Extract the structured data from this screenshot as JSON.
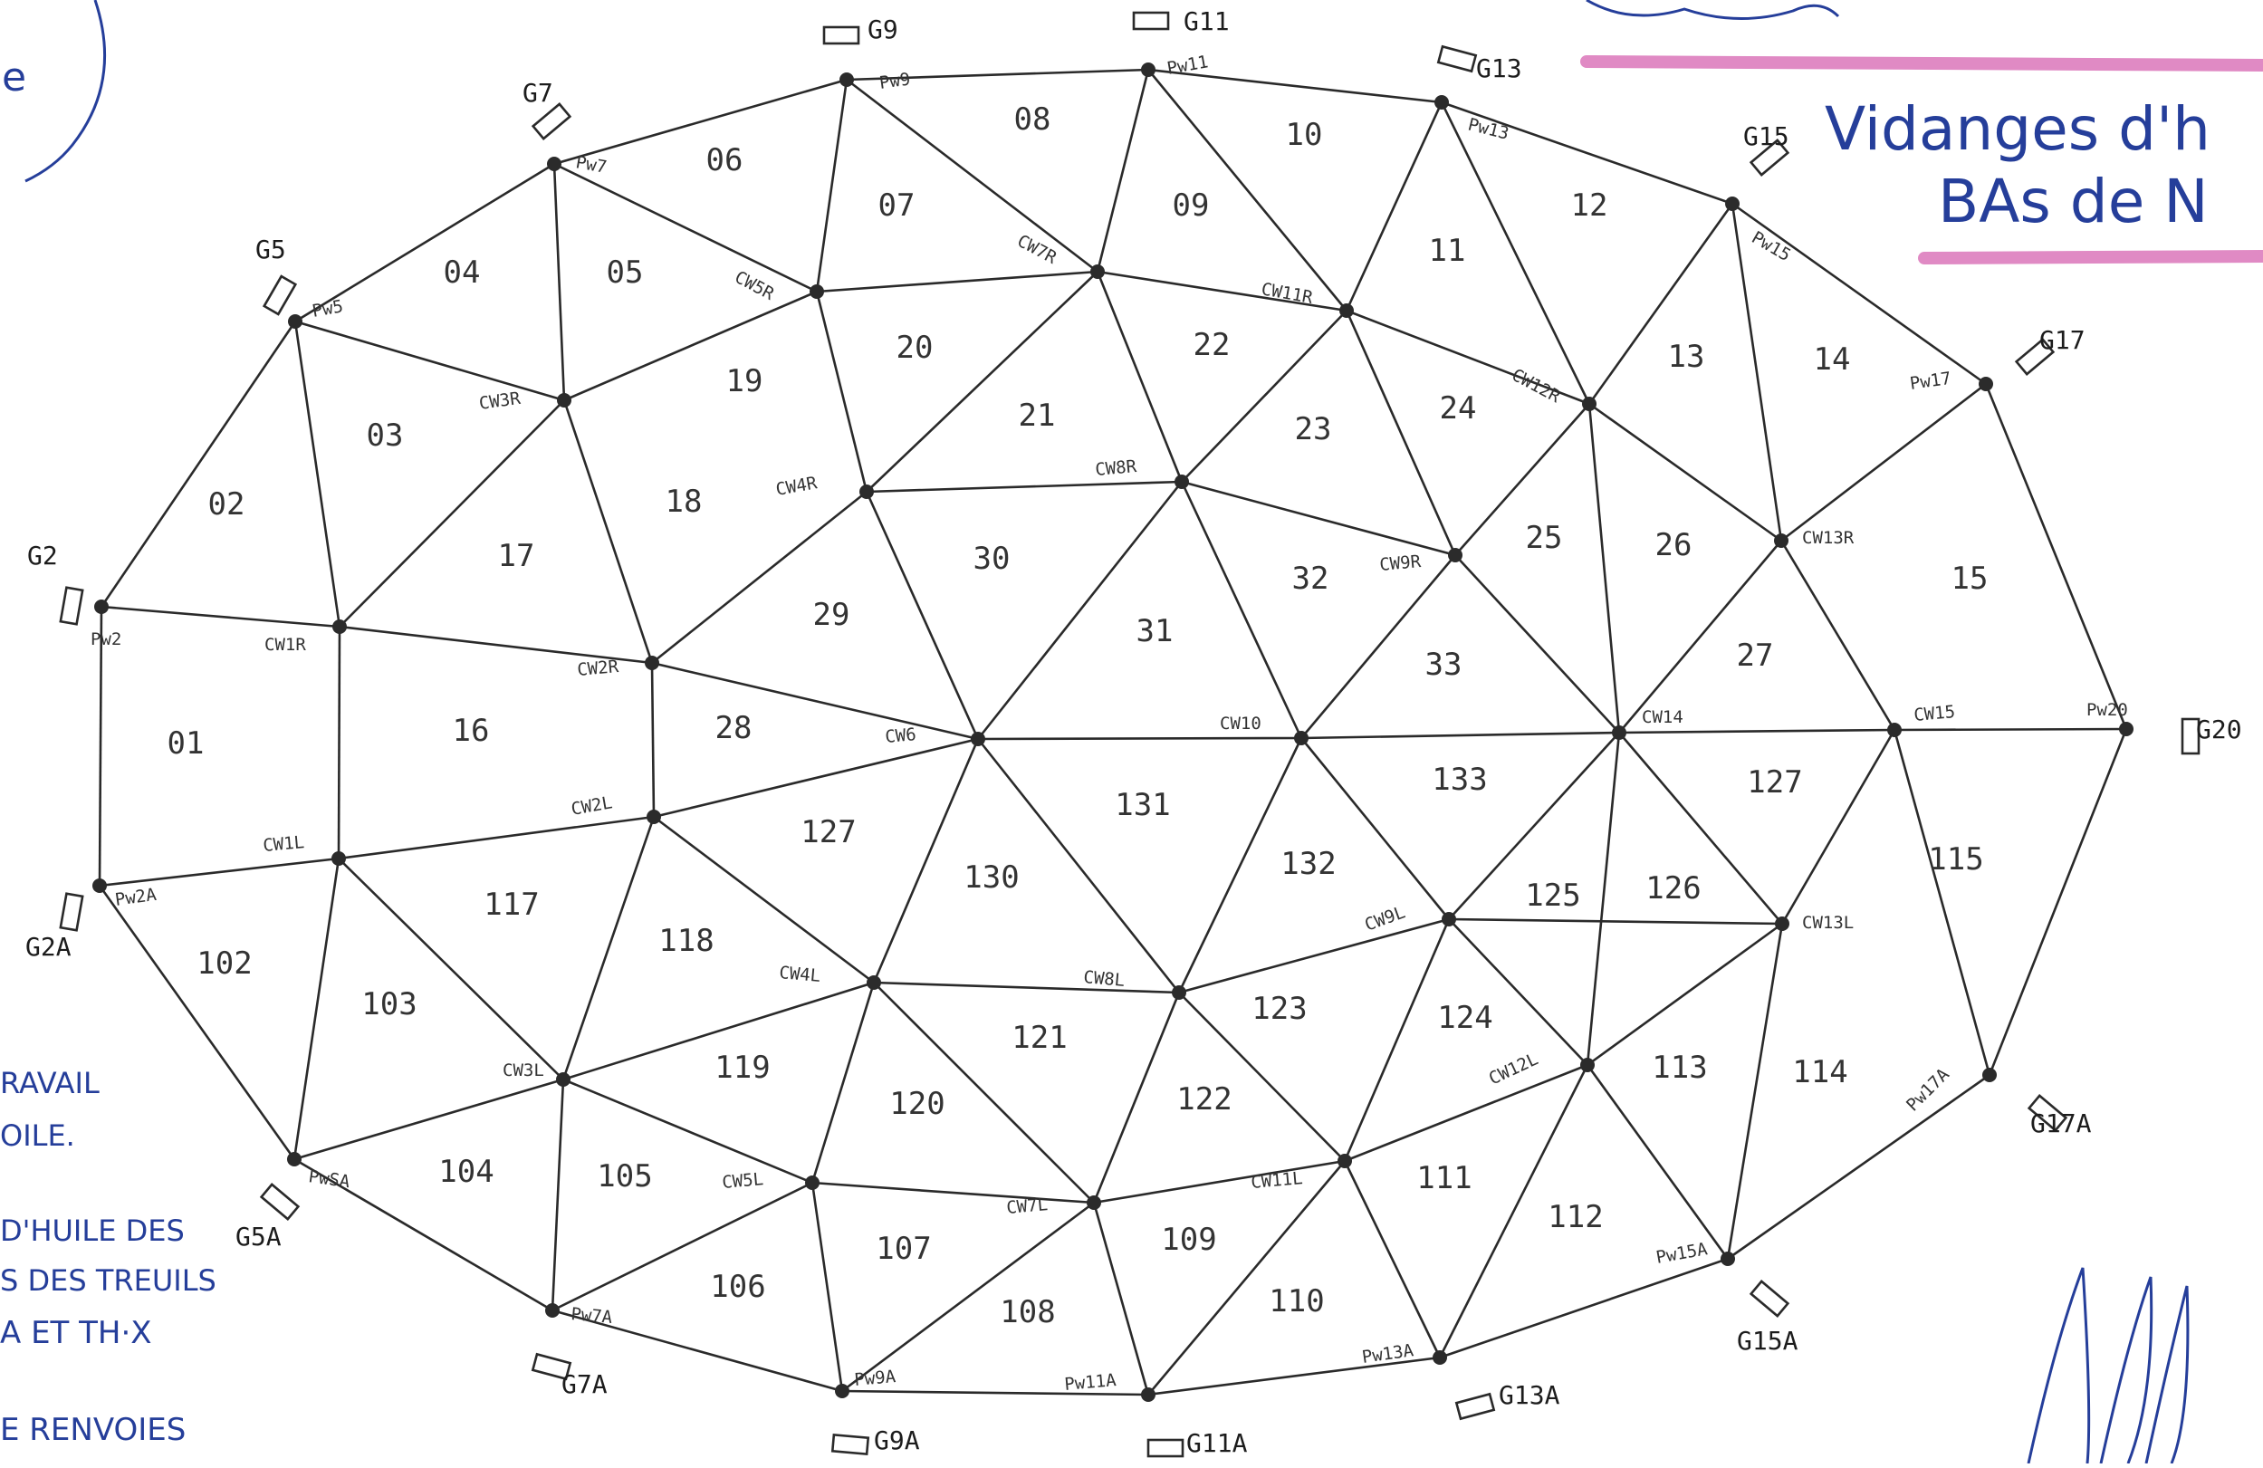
{
  "notes": {
    "left_fragments": [
      "e",
      "RAVAIL",
      "OILE.",
      "D'HUILE DES",
      "S DES TREUILS",
      "A ET TH·X",
      "E RENVOIES"
    ],
    "right_title_line1": "Vidanges d'h",
    "right_title_line2": "BAs de N",
    "colors": {
      "ink": "#253e9a",
      "highlight": "#e08ac4",
      "mesh": "#2a2a2a"
    }
  },
  "groups": [
    {
      "label": "G9"
    },
    {
      "label": "G11"
    },
    {
      "label": "G13"
    },
    {
      "label": "G7"
    },
    {
      "label": "G15"
    },
    {
      "label": "G5"
    },
    {
      "label": "G17"
    },
    {
      "label": "G2"
    },
    {
      "label": "G20"
    },
    {
      "label": "G2A"
    },
    {
      "label": "G17A"
    },
    {
      "label": "G5A"
    },
    {
      "label": "G15A"
    },
    {
      "label": "G7A"
    },
    {
      "label": "G13A"
    },
    {
      "label": "G9A"
    },
    {
      "label": "G11A"
    }
  ],
  "nodes": [
    {
      "id": "pw9",
      "label": "Pw9"
    },
    {
      "id": "pw11",
      "label": "Pw11"
    },
    {
      "id": "pw13",
      "label": "Pw13"
    },
    {
      "id": "pw7",
      "label": "Pw7"
    },
    {
      "id": "pw15",
      "label": "Pw15"
    },
    {
      "id": "pw5",
      "label": "Pw5"
    },
    {
      "id": "pw17",
      "label": "Pw17"
    },
    {
      "id": "pw2",
      "label": "Pw2"
    },
    {
      "id": "pw20",
      "label": "Pw20"
    },
    {
      "id": "pw2a",
      "label": "Pw2A"
    },
    {
      "id": "pw17a",
      "label": "Pw17A"
    },
    {
      "id": "pw5a",
      "label": "PwSA"
    },
    {
      "id": "pw15a",
      "label": "Pw15A"
    },
    {
      "id": "pw7a",
      "label": "Pw7A"
    },
    {
      "id": "pw13a",
      "label": "Pw13A"
    },
    {
      "id": "pw9a",
      "label": "Pw9A"
    },
    {
      "id": "pw11a",
      "label": "Pw11A"
    },
    {
      "id": "cw7r",
      "label": "CW7R"
    },
    {
      "id": "cw5r",
      "label": "CW5R"
    },
    {
      "id": "cw11r",
      "label": "CW11R"
    },
    {
      "id": "cw3r",
      "label": "CW3R"
    },
    {
      "id": "cw12r",
      "label": "CW12R"
    },
    {
      "id": "cw4r",
      "label": "CW4R"
    },
    {
      "id": "cw8r",
      "label": "CW8R"
    },
    {
      "id": "cw13r",
      "label": "CW13R"
    },
    {
      "id": "cw9r",
      "label": "CW9R"
    },
    {
      "id": "cw1r",
      "label": "CW1R"
    },
    {
      "id": "cw2r",
      "label": "CW2R"
    },
    {
      "id": "cw6",
      "label": "CW6"
    },
    {
      "id": "cw10",
      "label": "CW10"
    },
    {
      "id": "cw14",
      "label": "CW14"
    },
    {
      "id": "cw15",
      "label": "CW15"
    },
    {
      "id": "cw2l",
      "label": "CW2L"
    },
    {
      "id": "cw1l",
      "label": "CW1L"
    },
    {
      "id": "cw9l",
      "label": "CW9L"
    },
    {
      "id": "cw13l",
      "label": "CW13L"
    },
    {
      "id": "cw4l",
      "label": "CW4L"
    },
    {
      "id": "cw8l",
      "label": "CW8L"
    },
    {
      "id": "cw12l",
      "label": "CW12L"
    },
    {
      "id": "cw3l",
      "label": "CW3L"
    },
    {
      "id": "cw5l",
      "label": "CW5L"
    },
    {
      "id": "cw7l",
      "label": "CW7L"
    },
    {
      "id": "cw11l",
      "label": "CW11L"
    }
  ],
  "triangles": [
    "01",
    "02",
    "03",
    "04",
    "05",
    "06",
    "07",
    "08",
    "09",
    "10",
    "11",
    "12",
    "13",
    "14",
    "15",
    "16",
    "17",
    "18",
    "19",
    "20",
    "21",
    "22",
    "23",
    "24",
    "25",
    "26",
    "27",
    "28",
    "29",
    "30",
    "31",
    "32",
    "33",
    "102",
    "103",
    "104",
    "105",
    "106",
    "107",
    "108",
    "109",
    "110",
    "111",
    "112",
    "113",
    "114",
    "115",
    "117",
    "118",
    "119",
    "120",
    "121",
    "122",
    "123",
    "124",
    "125",
    "126",
    "127",
    "127",
    "130",
    "131",
    "132",
    "133"
  ]
}
